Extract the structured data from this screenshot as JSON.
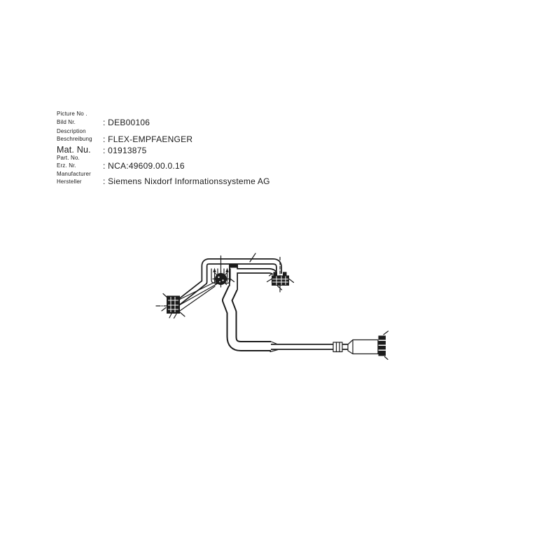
{
  "colors": {
    "background": "#ffffff",
    "text": "#1a1a1a",
    "drawing_line": "#1c1c1c"
  },
  "info": {
    "picture_no_label_en": "Picture No .",
    "picture_no_label_de": "Bild Nr.",
    "picture_no_value": ": DEB00106",
    "description_label_en": "Description",
    "description_label_de": "Beschreibung",
    "description_value": ": FLEX-EMPFAENGER",
    "mat_no_label": "Mat. Nu.",
    "mat_no_value": ": 01913875",
    "part_no_label": "Part. No.",
    "erz_no_label": "Erz. Nr.",
    "erz_no_value": ": NCA:49609.00.0.16",
    "manufacturer_label_en": "Manufacturer",
    "manufacturer_label_de": "Hersteller",
    "manufacturer_value": ": Siemens Nixdorf Informationssysteme AG"
  },
  "drawing": {
    "description": "Technical line drawing of FLEX-EMPFAENGER cable assembly with three board connectors and one plug housing"
  }
}
